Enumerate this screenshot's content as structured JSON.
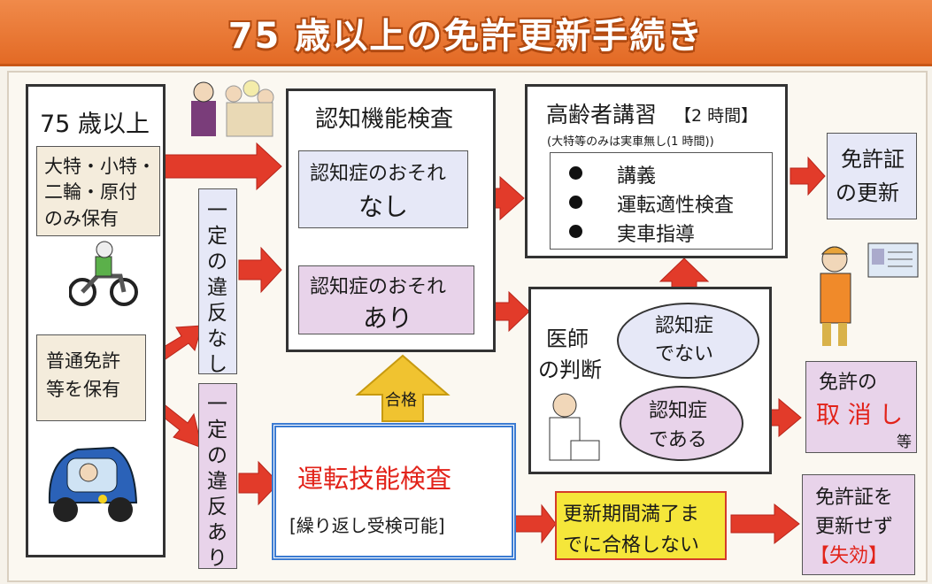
{
  "title": "75 歳以上の免許更新手続き",
  "left_panel": {
    "header": "75 歳以上",
    "group_a": [
      "大特・小特・",
      "二輪・原付",
      "のみ保有"
    ],
    "group_b": [
      "普通免許",
      "等を保有"
    ]
  },
  "violation_none": [
    "一",
    "定",
    "の",
    "違",
    "反",
    "な",
    "し"
  ],
  "violation_some": [
    "一",
    "定",
    "の",
    "違",
    "反",
    "あ",
    "り"
  ],
  "cognitive_test": {
    "title": "認知機能検査",
    "result_none_line1": "認知症のおそれ",
    "result_none_line2": "なし",
    "result_some_line1": "認知症のおそれ",
    "result_some_line2": "あり"
  },
  "lecture": {
    "title": "高齢者講習",
    "duration": "【2 時間】",
    "note": "(大特等のみは実車無し(1 時間))",
    "items": [
      "講義",
      "運転適性検査",
      "実車指導"
    ]
  },
  "renewal": [
    "免許証",
    "の更新"
  ],
  "doctor": {
    "label": [
      "医師",
      "の判断"
    ],
    "not_dementia": [
      "認知症",
      "でない"
    ],
    "dementia": [
      "認知症",
      "である"
    ]
  },
  "revoke": {
    "line1": "免許の",
    "line2": "取 消 し",
    "suffix": "等"
  },
  "driving_test": {
    "title": "運転技能検査",
    "note": "[繰り返し受検可能]"
  },
  "pass_label": "合格",
  "expire_note": [
    "更新期間満了ま",
    "でに合格しない"
  ],
  "lapse": {
    "line1": "免許証を",
    "line2": "更新せず",
    "line3": "【失効】"
  },
  "colors": {
    "title_bg": "#e96f2a",
    "arrow": "#e23b2a",
    "purple_box": "#e8d3ea",
    "blue_box": "#e6e8f7",
    "beige_box": "#f4ecdc",
    "yellow_box": "#f5e63a",
    "pass_arrow": "#f0c330"
  }
}
